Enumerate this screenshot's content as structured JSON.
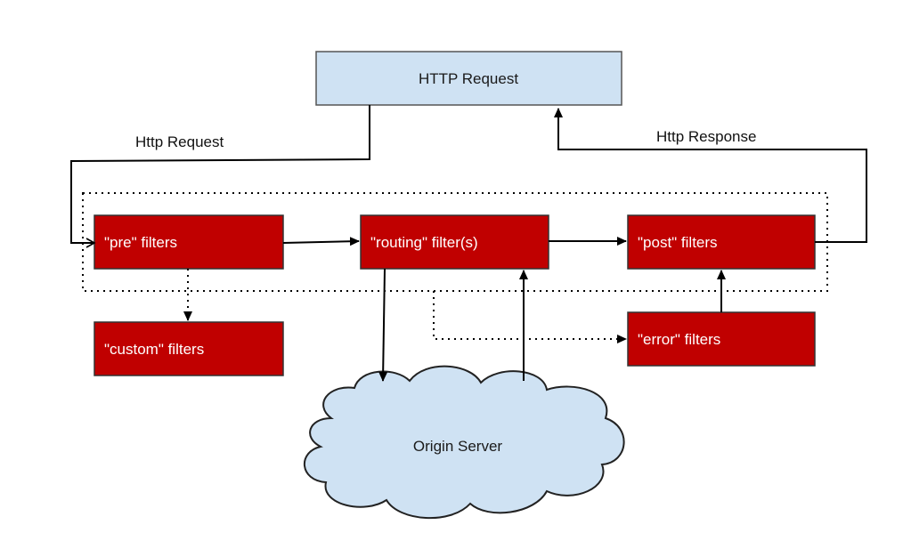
{
  "nodes": {
    "http_request": "HTTP Request",
    "pre_filters": "\"pre\" filters",
    "routing_filters": "\"routing\" filter(s)",
    "post_filters": "\"post\" filters",
    "custom_filters": "\"custom\" filters",
    "error_filters": "\"error\" filters",
    "origin_server": "Origin Server"
  },
  "edges": {
    "http_request_label": "Http Request",
    "http_response_label": "Http Response"
  },
  "colors": {
    "filter_box": "#c00000",
    "request_box": "#cfe2f3",
    "cloud": "#cfe2f3"
  }
}
